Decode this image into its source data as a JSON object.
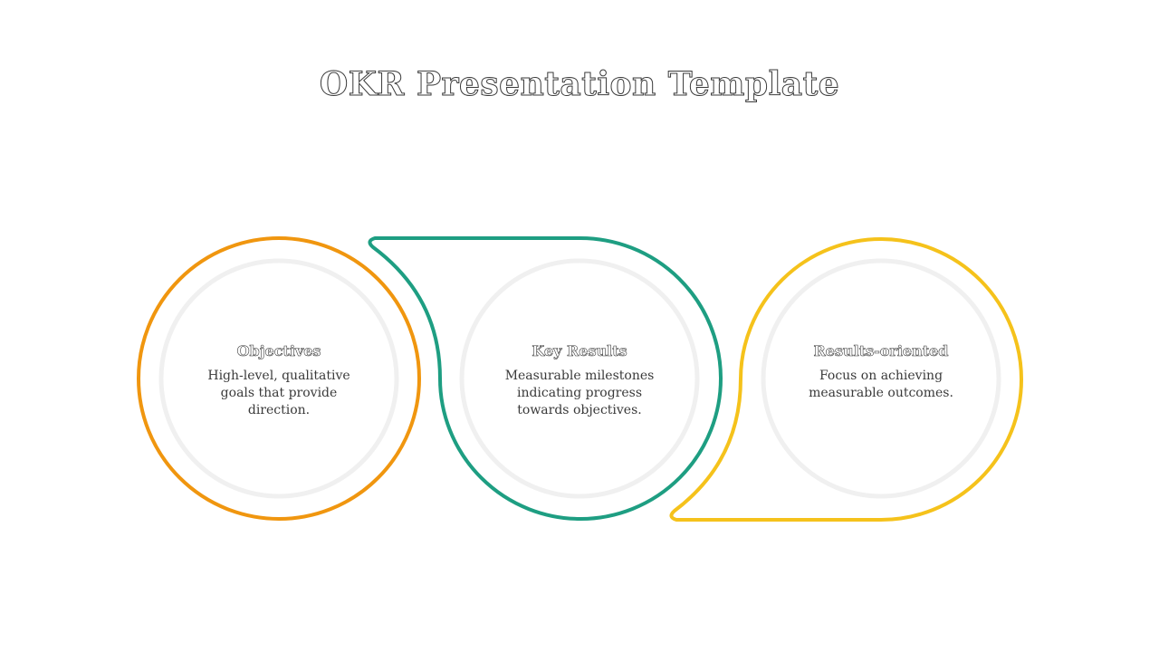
{
  "slide": {
    "title": "OKR Presentation Template"
  },
  "colors": {
    "orange": "#F0960F",
    "teal": "#1E9E82",
    "yellow": "#F5C21B",
    "inner_ring": "#F0F0F0",
    "text": "#3a3a3a"
  },
  "items": [
    {
      "heading": "Objectives",
      "description": "High-level, qualitative goals that provide direction."
    },
    {
      "heading": "Key Results",
      "description": "Measurable milestones indicating progress towards objectives."
    },
    {
      "heading": "Results-oriented",
      "description": "Focus on achieving measurable outcomes."
    }
  ]
}
